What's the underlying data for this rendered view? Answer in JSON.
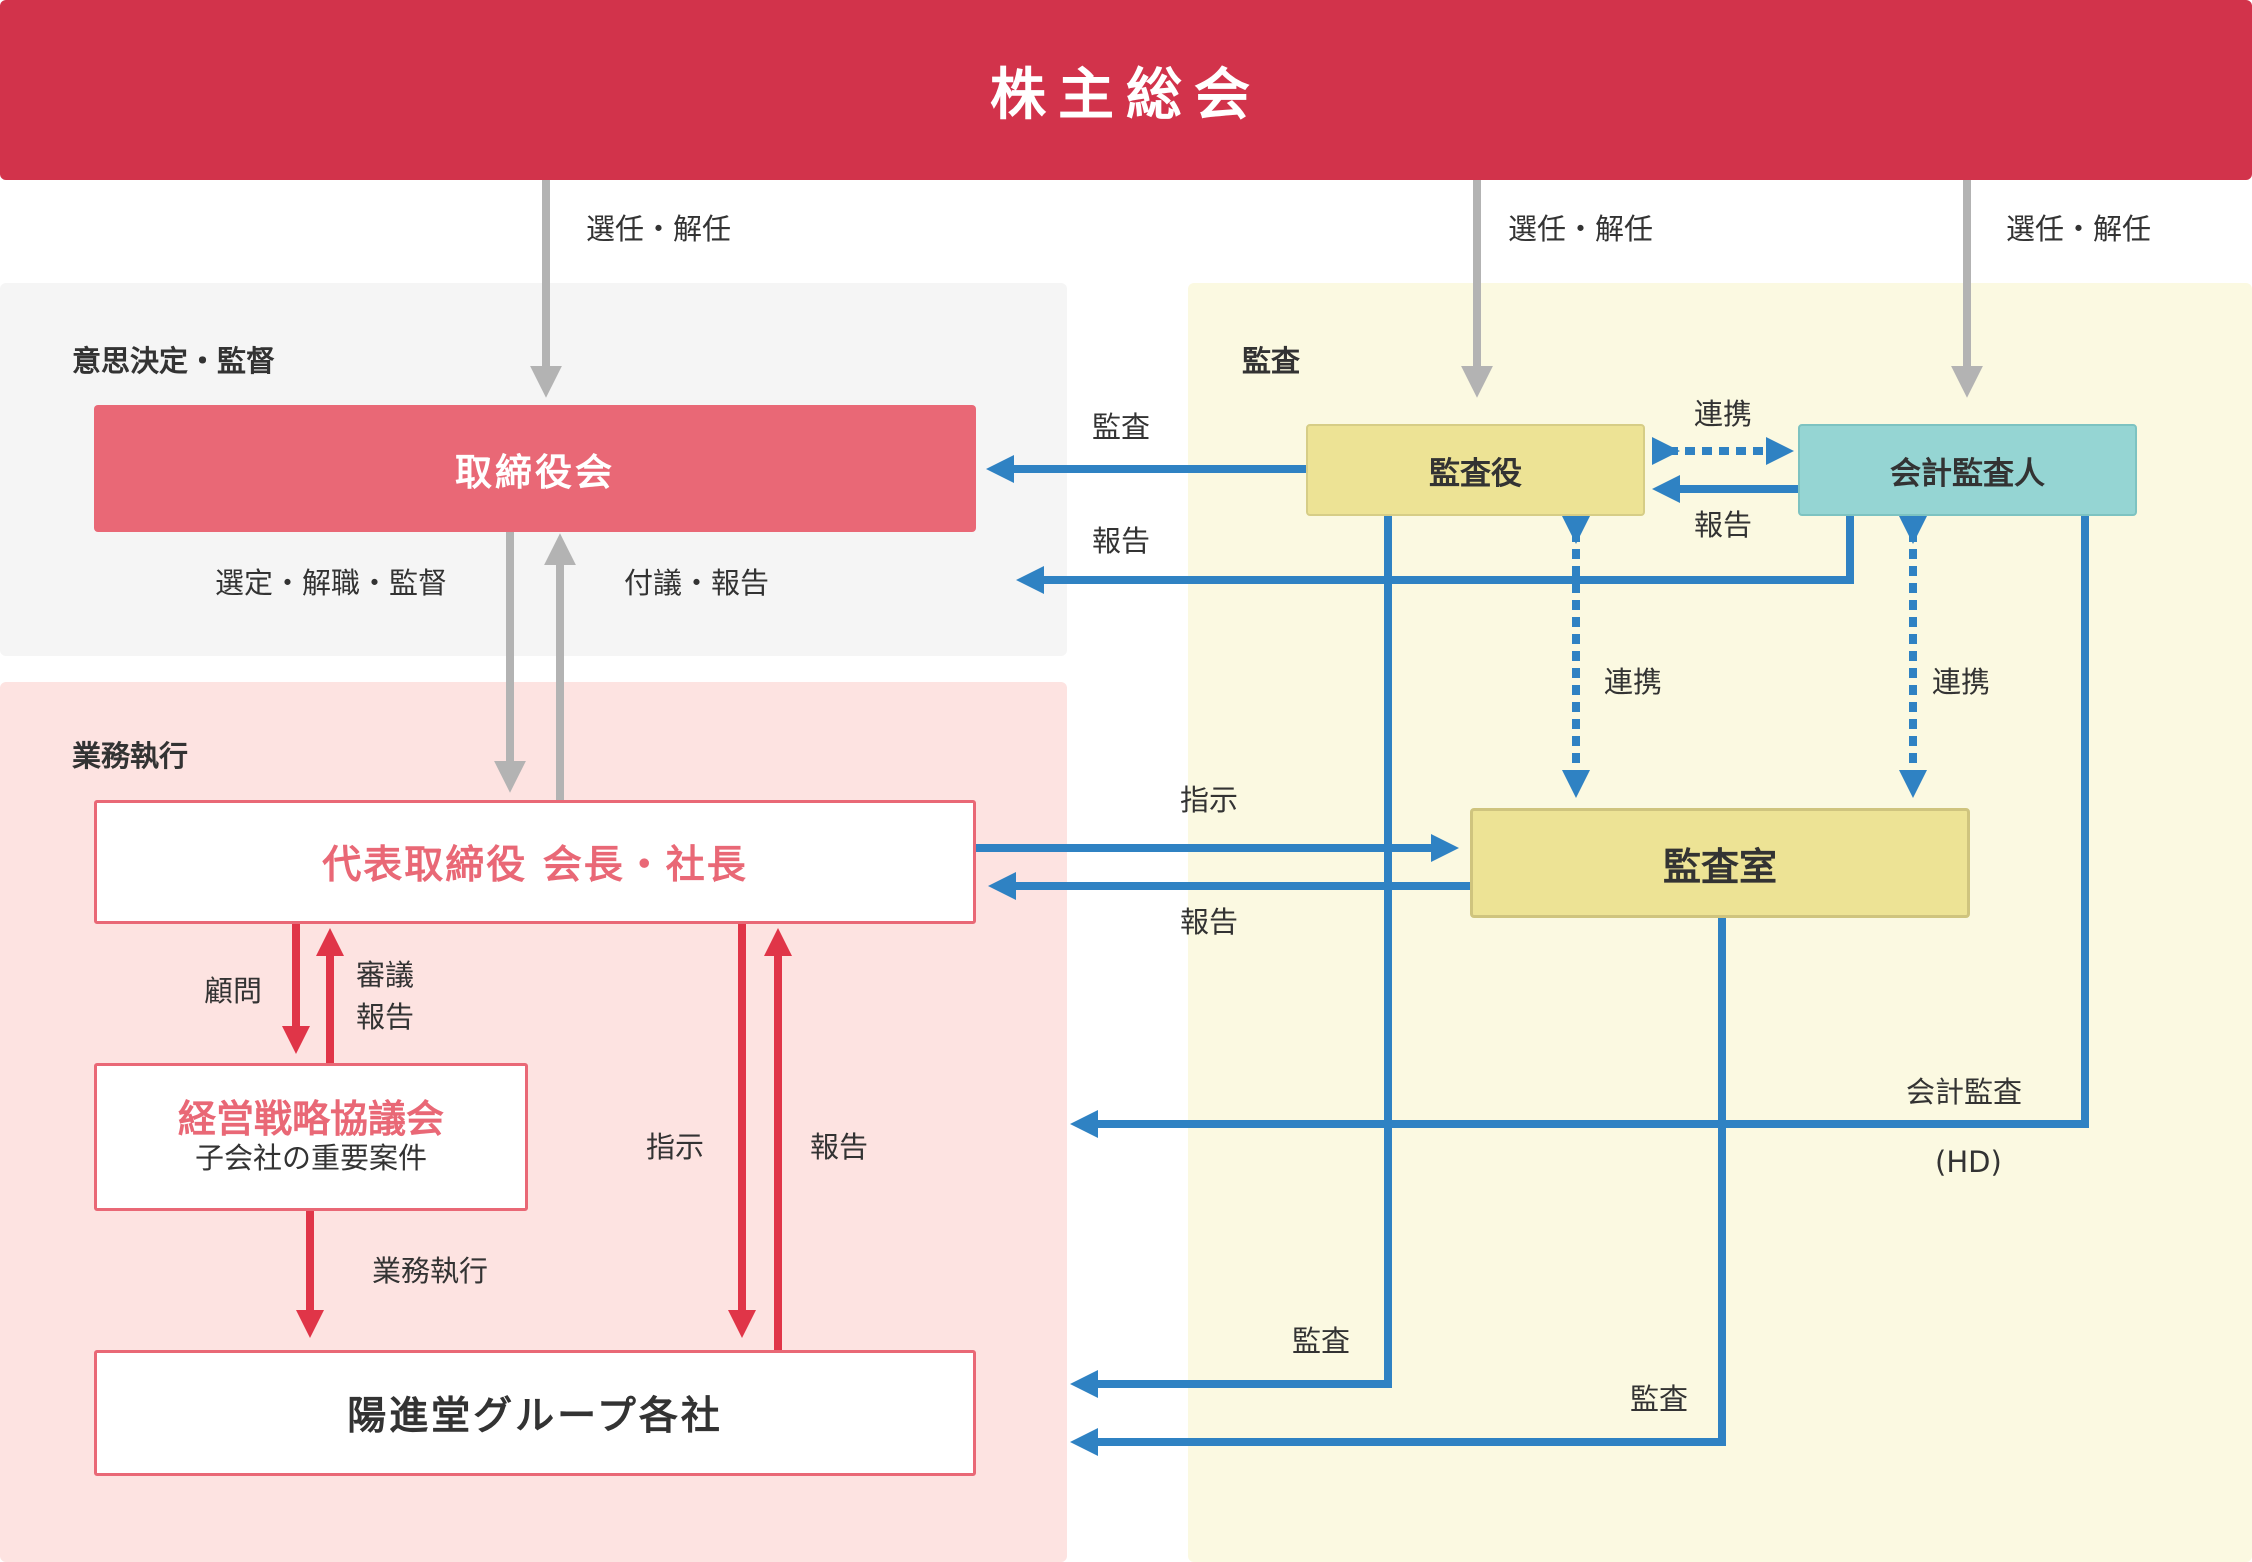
{
  "top": {
    "title": "株主総会"
  },
  "sections": {
    "decision": "意思決定・監督",
    "audit": "監査",
    "execution": "業務執行"
  },
  "boxes": {
    "board": "取締役会",
    "auditors": "監査役",
    "accounting_auditor": "会計監査人",
    "president": "代表取締役 会長・社長",
    "audit_office": "監査室",
    "strategy_council": "経営戦略協議会",
    "strategy_council_sub": "子会社の重要案件",
    "group": "陽進堂グループ各社"
  },
  "labels": {
    "elect_1": "選任・解任",
    "elect_2": "選任・解任",
    "elect_3": "選任・解任",
    "audit_board": "監査",
    "report_board": "報告",
    "link_top": "連携",
    "report_top": "報告",
    "select": "選定・解職・監督",
    "submit": "付議・報告",
    "link_left": "連携",
    "link_right": "連携",
    "instruct_office": "指示",
    "report_office": "報告",
    "advise": "顧問",
    "deliberate": "審議",
    "deliberate_report": "報告",
    "instruct_group": "指示",
    "report_group": "報告",
    "business_exec": "業務執行",
    "accounting_audit": "会計監査",
    "hd": "(HD)",
    "audit_group_1": "監査",
    "audit_group_2": "監査"
  },
  "colors": {
    "top_bar": "#d2334b",
    "board": "#e96876",
    "red_line": "#e03548",
    "blue_line": "#2f82c3",
    "gray_line": "#b3b3b3",
    "yellow_box": "#ede395",
    "teal_box": "#95d5d3",
    "panel_gray": "#f5f5f5",
    "panel_pink": "#fde3e1",
    "panel_yellow": "#fbf9e1"
  }
}
